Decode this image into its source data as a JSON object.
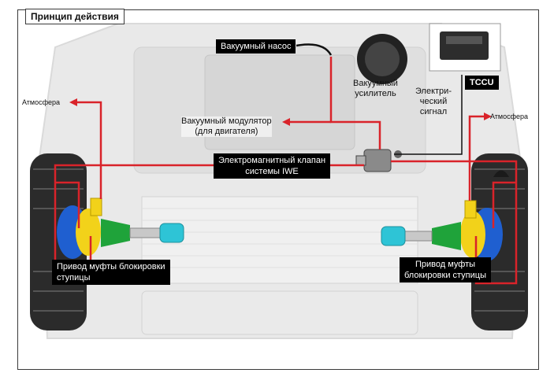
{
  "title": "Принцип действия",
  "labels": {
    "vacuum_pump": "Вакуумный насос",
    "vacuum_booster": "Вакуумный\nусилитель",
    "electric_signal": "Электри-\nческий\nсигнал",
    "tccu": "TCCU",
    "atmosphere_left": "Атмосфера",
    "atmosphere_right": "Атмосфера",
    "vacuum_modulator": "Вакуумный модулятор\n(для двигателя)",
    "iwe_valve": "Электромагнитный клапан\nсистемы IWE",
    "hub_actuator_left": "Привод муфты блокировки\nступицы",
    "hub_actuator_right": "Привод муфты\nблокировки ступицы"
  },
  "colors": {
    "vacuum_line": "#d9232a",
    "label_box": "#000000",
    "frame": "#3a3a3a",
    "hub_blue": "#1f5fd0",
    "hub_yellow": "#f2d21a",
    "boot_green": "#1fa33a",
    "shaft_cyan": "#2ec4d6"
  }
}
